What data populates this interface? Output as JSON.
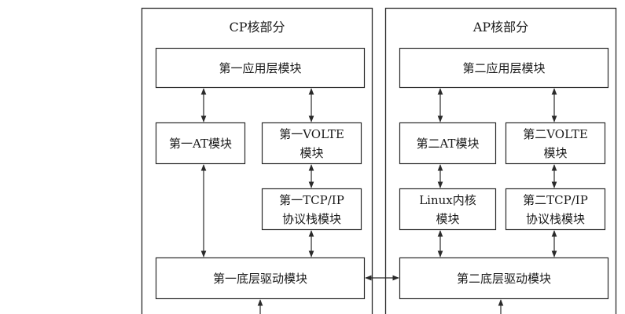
{
  "cp": {
    "title": "CP核部分",
    "app_layer": "第一应用层模块",
    "at": "第一AT模块",
    "volte": "第一VOLTE\n模块",
    "tcpip": "第一TCP/IP\n协议栈模块",
    "driver": "第一底层驱动模块"
  },
  "ap": {
    "title": "AP核部分",
    "app_layer": "第二应用层模块",
    "at": "第二AT模块",
    "volte": "第二VOLTE\n模块",
    "linux": "Linux内核\n模块",
    "tcpip": "第二TCP/IP\n协议栈模块",
    "driver": "第二底层驱动模块"
  },
  "colors": {
    "stroke": "#2a2a2a",
    "box_fill": "#ffffff"
  }
}
